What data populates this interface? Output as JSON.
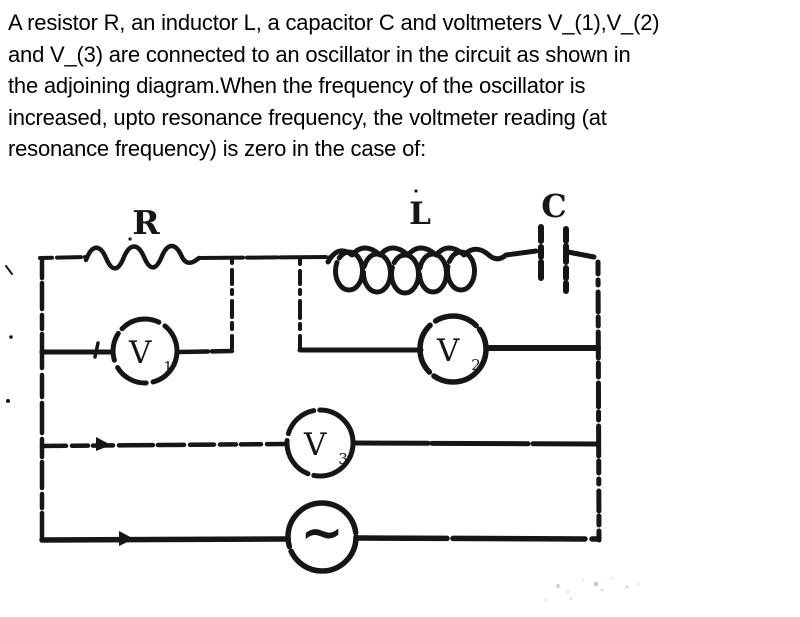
{
  "question": {
    "lines": [
      "A resistor R, an inductor L, a capacitor C and voltmeters V_(1),V_(2)",
      "and V_(3) are connected to an oscillator in the circuit as shown in",
      "the adjoining diagram.When the frequency of the oscillator is",
      "increased, upto resonance frequency, the voltmeter reading (at",
      "resonance frequency) is zero in the case of:"
    ]
  },
  "diagram": {
    "component_labels": {
      "resistor": "R",
      "inductor": "L",
      "capacitor": "C"
    },
    "voltmeters": [
      {
        "symbol": "V",
        "subscript": "1"
      },
      {
        "symbol": "V",
        "subscript": "2"
      },
      {
        "symbol": "V",
        "subscript": "3"
      }
    ],
    "oscillator_symbol": "~",
    "ink_color": "#161616",
    "background": "#ffffff"
  }
}
